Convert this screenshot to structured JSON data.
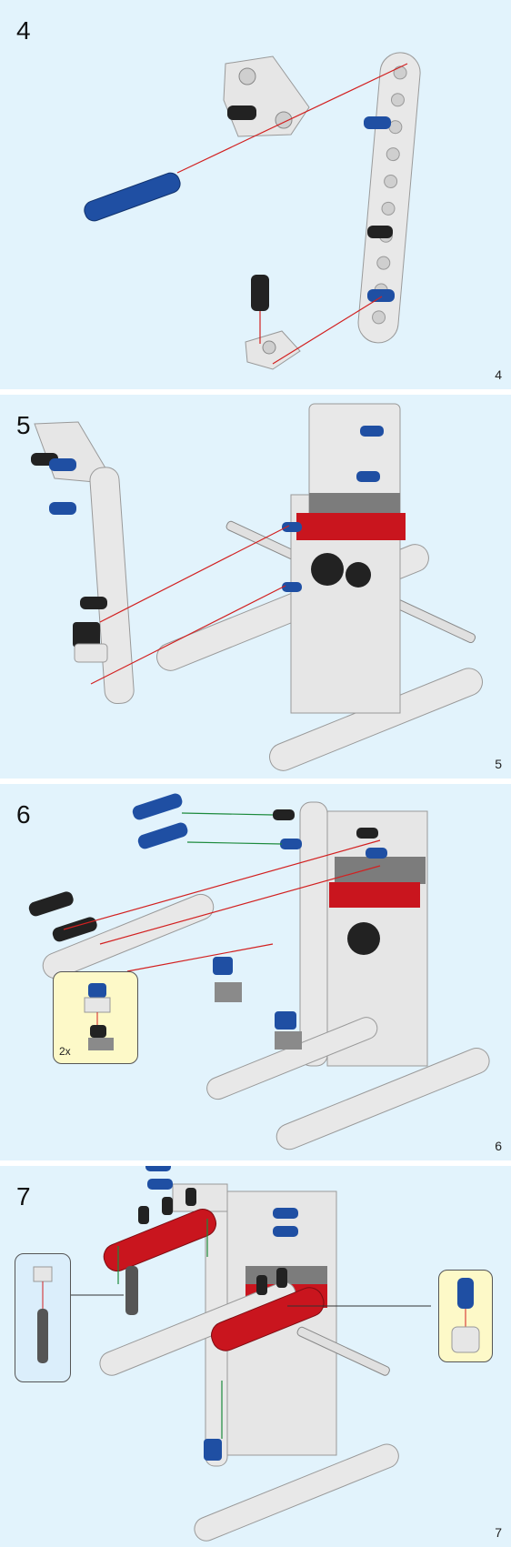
{
  "steps": [
    {
      "step": "4",
      "page": "4"
    },
    {
      "step": "5",
      "page": "5"
    },
    {
      "step": "6",
      "page": "6",
      "callout_qty": "2x"
    },
    {
      "step": "7",
      "page": "7"
    }
  ],
  "colors": {
    "background": "#e2f3fc",
    "beam": "#e6e6e6",
    "pin_blue": "#1f4fa3",
    "pin_black": "#222222",
    "red_beam": "#c9151e",
    "motor_gray": "#8a8a8a",
    "callout_yellow": "#fdf9c8",
    "callout_blue": "#dbeefb",
    "guide_red": "#d22020",
    "guide_green": "#1c8a3c"
  }
}
